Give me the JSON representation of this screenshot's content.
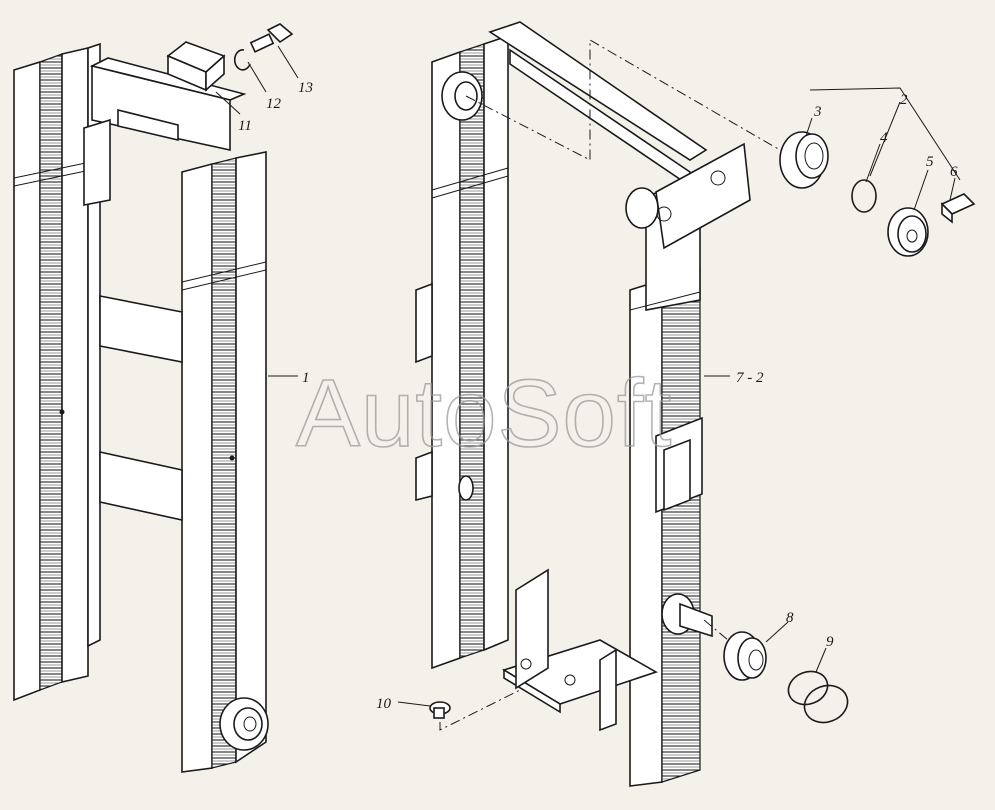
{
  "callouts": [
    {
      "id": "c1",
      "text": "1"
    },
    {
      "id": "c2",
      "text": "2"
    },
    {
      "id": "c3",
      "text": "3"
    },
    {
      "id": "c4",
      "text": "4"
    },
    {
      "id": "c5",
      "text": "5"
    },
    {
      "id": "c6",
      "text": "6"
    },
    {
      "id": "c72",
      "text": "7 - 2"
    },
    {
      "id": "c8",
      "text": "8"
    },
    {
      "id": "c9",
      "text": "9"
    },
    {
      "id": "c10",
      "text": "10"
    },
    {
      "id": "c11",
      "text": "11"
    },
    {
      "id": "c12",
      "text": "12"
    },
    {
      "id": "c13",
      "text": "13"
    }
  ],
  "watermark": "AutoSoft"
}
